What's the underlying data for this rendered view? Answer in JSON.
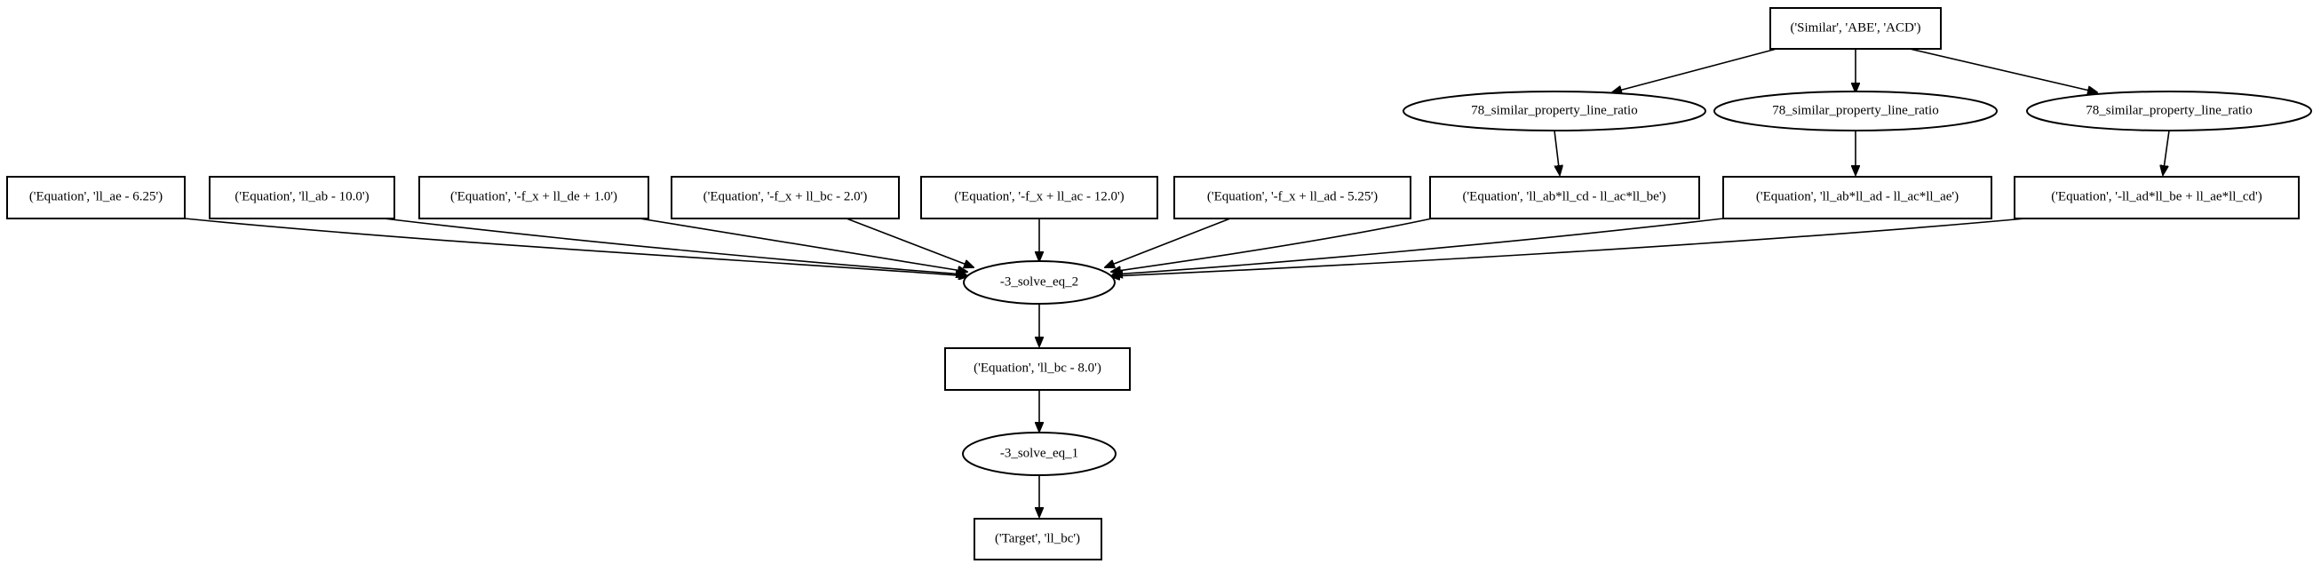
{
  "nodes": {
    "similar_abe_acd": "('Similar', 'ABE', 'ACD')",
    "sim_prop_1": "78_similar_property_line_ratio",
    "sim_prop_2": "78_similar_property_line_ratio",
    "sim_prop_3": "78_similar_property_line_ratio",
    "eq_ae": "('Equation', 'll_ae - 6.25')",
    "eq_ab": "('Equation', 'll_ab - 10.0')",
    "eq_de": "('Equation', '-f_x + ll_de + 1.0')",
    "eq_bc_fx": "('Equation', '-f_x + ll_bc - 2.0')",
    "eq_ac": "('Equation', '-f_x + ll_ac - 12.0')",
    "eq_ad": "('Equation', '-f_x + ll_ad - 5.25')",
    "eq_ratio_1": "('Equation', 'll_ab*ll_cd - ll_ac*ll_be')",
    "eq_ratio_2": "('Equation', 'll_ab*ll_ad - ll_ac*ll_ae')",
    "eq_ratio_3": "('Equation', '-ll_ad*ll_be + ll_ae*ll_cd')",
    "solve_eq_2": "-3_solve_eq_2",
    "eq_bc_result": "('Equation', 'll_bc - 8.0')",
    "solve_eq_1": "-3_solve_eq_1",
    "target": "('Target', 'll_bc')"
  }
}
